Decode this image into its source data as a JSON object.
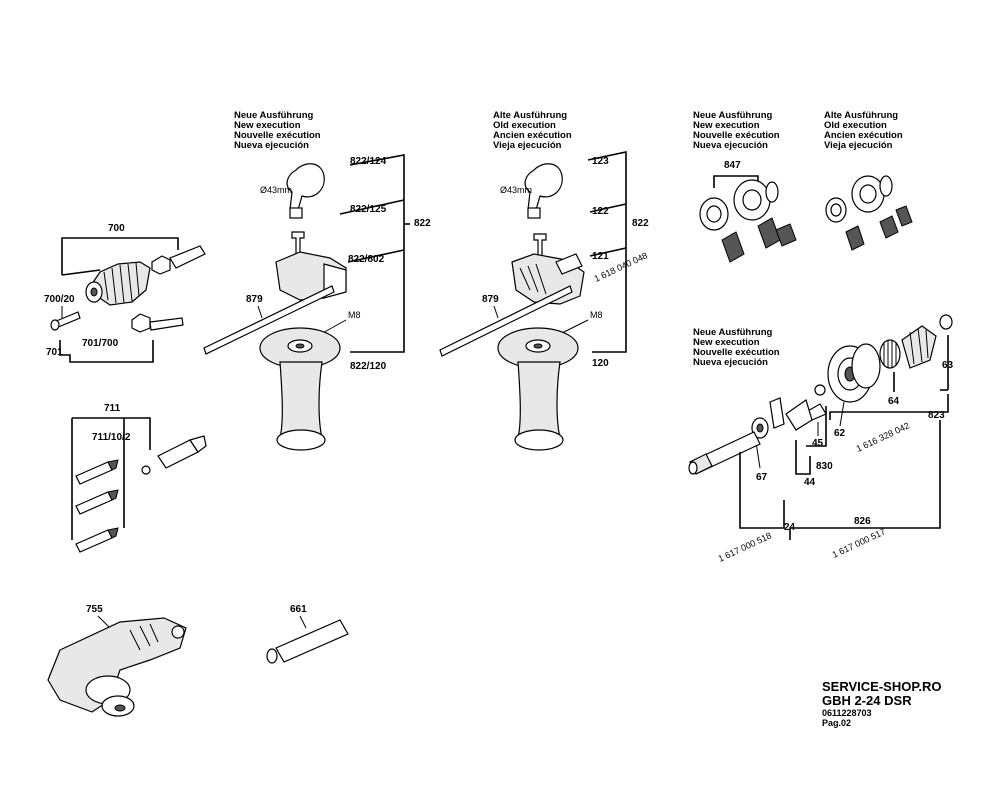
{
  "captions": {
    "new_mid": [
      "Neue Ausführung",
      "New execution",
      "Nouvelle exécution",
      "Nueva ejecución"
    ],
    "old_mid": [
      "Alte Ausführung",
      "Old execution",
      "Ancien exécution",
      "Vieja ejecución"
    ],
    "new_right": [
      "Neue Ausführung",
      "New execution",
      "Nouvelle exécution",
      "Nueva ejecución"
    ],
    "old_right": [
      "Alte Ausführung",
      "Old execution",
      "Ancien exécution",
      "Vieja ejecución"
    ],
    "new_lower": [
      "Neue Ausführung",
      "New execution",
      "Nouvelle exécution",
      "Nueva ejecución"
    ]
  },
  "labels": {
    "p700": "700",
    "p700_20": "700/20",
    "p701": "701",
    "p701_700": "701/700",
    "p711": "711",
    "p711_10_2": "711/10/2",
    "p755": "755",
    "p661": "661",
    "p822_124": "822/124",
    "p822_125": "822/125",
    "p822_802": "822/802",
    "p822_120": "822/120",
    "p822a": "822",
    "p879a": "879",
    "m8a": "M8",
    "dia43a": "Ø43mm",
    "p123": "123",
    "p122": "122",
    "p121": "121",
    "p120": "120",
    "p822b": "822",
    "p879b": "879",
    "m8b": "M8",
    "dia43b": "Ø43mm",
    "num1618": "1 618 040 048",
    "p847": "847",
    "p63": "63",
    "p64": "64",
    "p823": "823",
    "num1616": "1 616 328 042",
    "p62": "62",
    "p830": "830",
    "p45": "45",
    "p44": "44",
    "p67": "67",
    "p24": "24",
    "p826": "826",
    "num1617a": "1 617 000 518",
    "num1617b": "1 617 000 517"
  },
  "footer": {
    "brand": "SERVICE-SHOP.RO",
    "model": "GBH 2-24 DSR",
    "code": "0611228703",
    "page": "Pag.02"
  }
}
